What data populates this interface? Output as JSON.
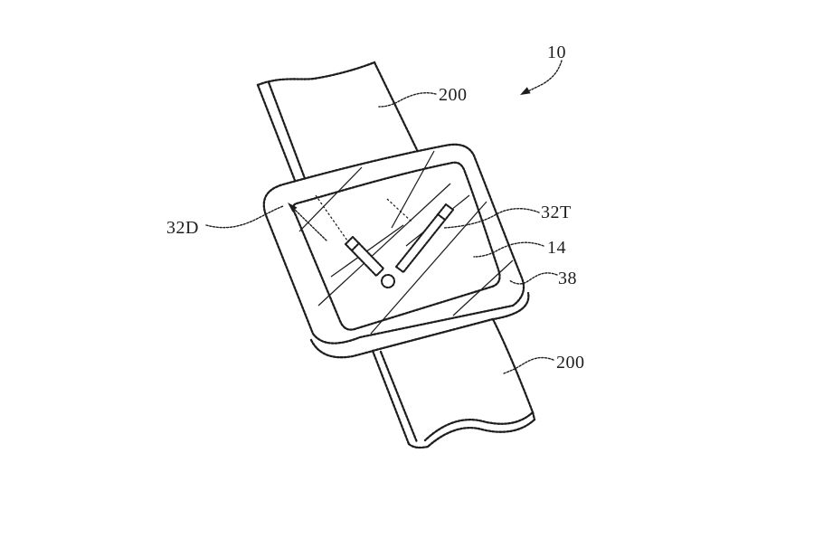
{
  "page": {
    "background": "#ffffff",
    "ink": "#1d1d1d"
  },
  "figure": {
    "type": "patent-line-drawing",
    "subject": "wrist-worn watch with band, display and watch hands",
    "labels": [
      {
        "id": "10",
        "text": "10"
      },
      {
        "id": "200-top",
        "text": "200"
      },
      {
        "id": "32D",
        "text": "32D"
      },
      {
        "id": "32T",
        "text": "32T"
      },
      {
        "id": "14",
        "text": "14"
      },
      {
        "id": "38",
        "text": "38"
      },
      {
        "id": "200-bottom",
        "text": "200"
      }
    ]
  }
}
